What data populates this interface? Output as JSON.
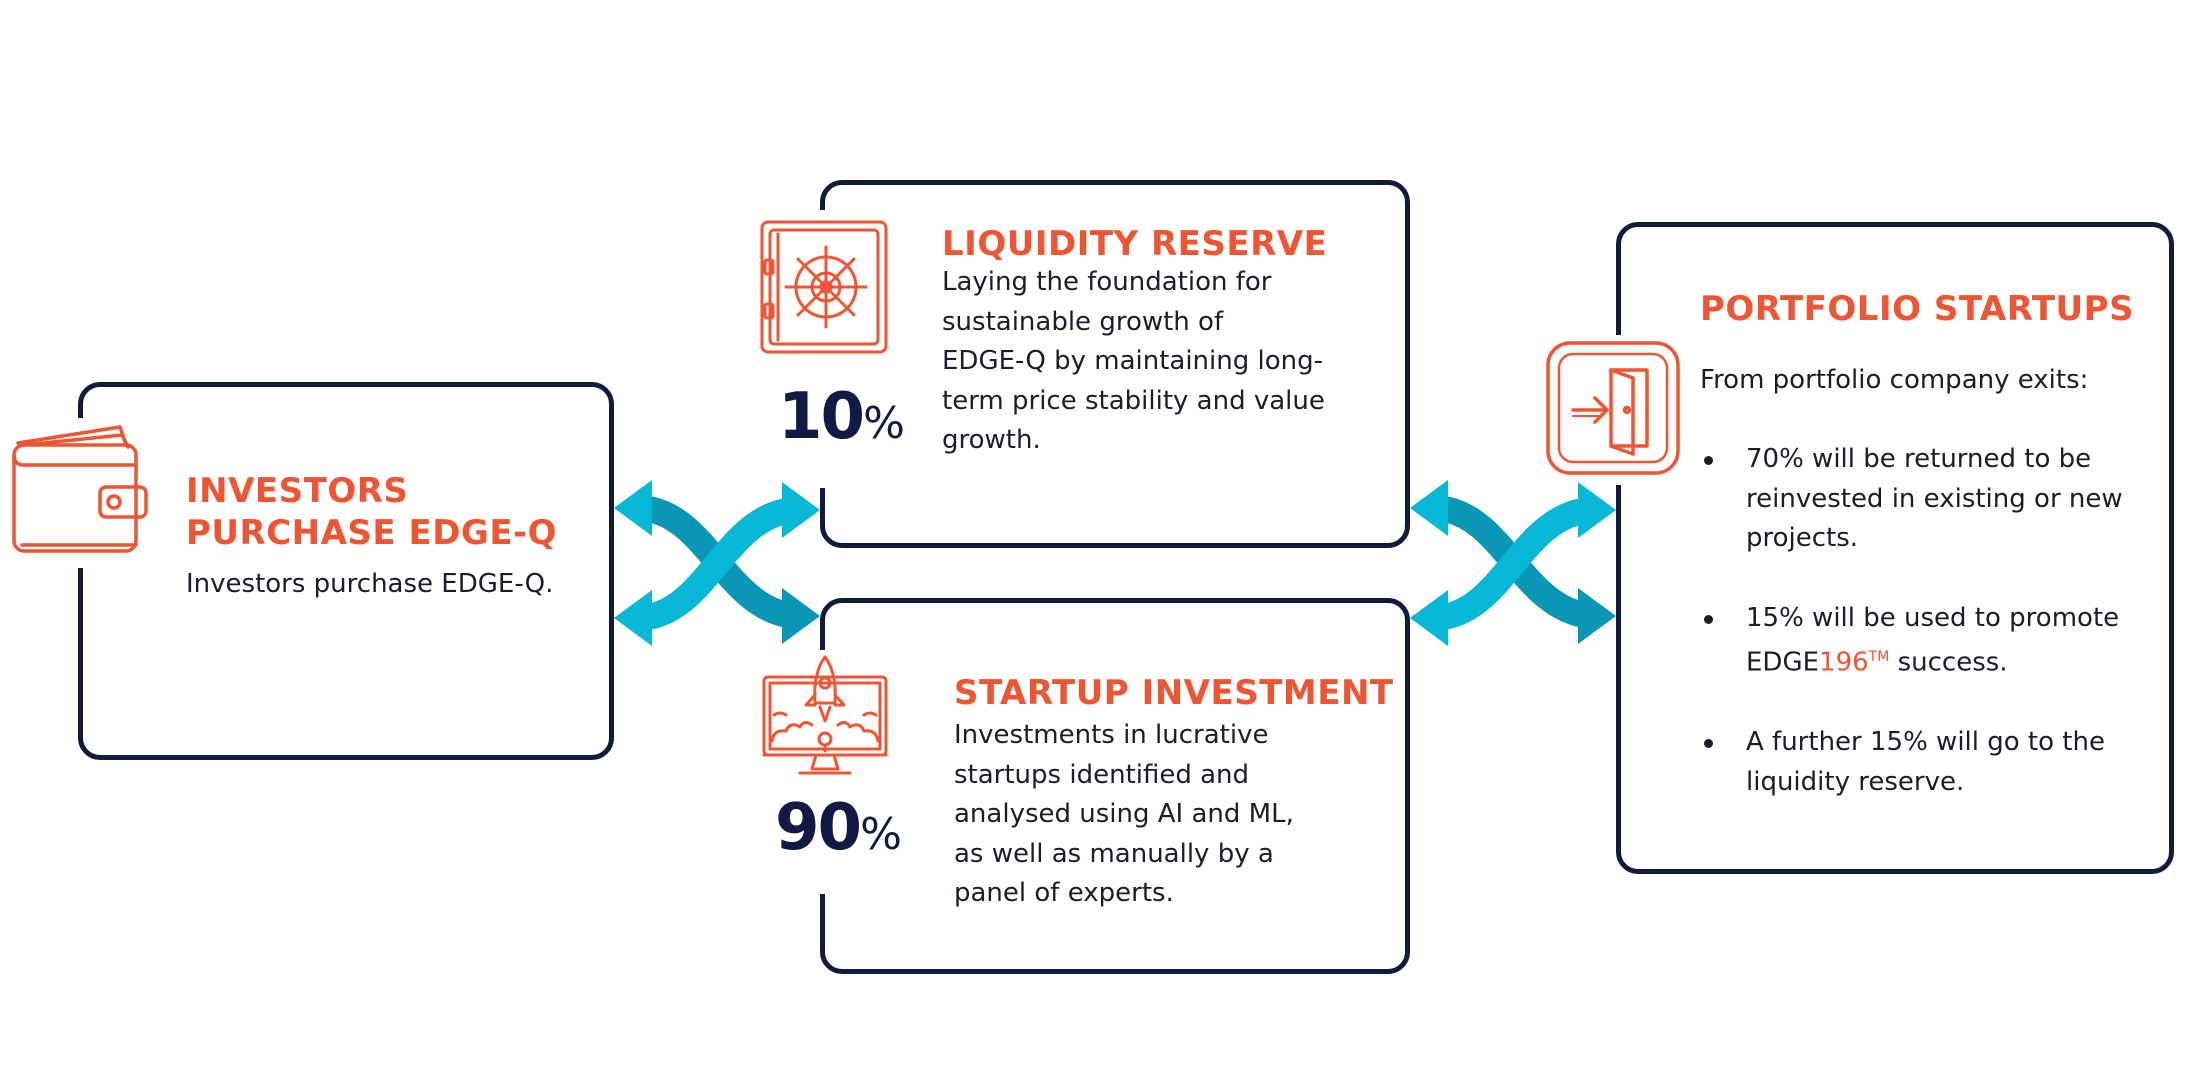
{
  "investors": {
    "title_line1": "INVESTORS",
    "title_line2": "PURCHASE EDGE-Q",
    "body": "Investors purchase EDGE-Q.",
    "icon": "wallet-icon"
  },
  "liquidity": {
    "title": "LIQUIDITY RESERVE",
    "body_lines": [
      "Laying the foundation for",
      "sustainable growth of",
      "EDGE-Q by maintaining long-",
      "term price stability and value",
      "growth."
    ],
    "percent_value": "10",
    "percent_sign": "%",
    "icon": "safe-vault-icon"
  },
  "startup": {
    "title": "STARTUP INVESTMENT",
    "body_lines": [
      "Investments in lucrative",
      "startups identified and",
      "analysed using AI and ML,",
      "as well as manually by a",
      "panel of experts."
    ],
    "percent_value": "90",
    "percent_sign": "%",
    "icon": "rocket-monitor-icon"
  },
  "portfolio": {
    "title": "PORTFOLIO STARTUPS",
    "intro": "From portfolio company exits:",
    "bullets": [
      {
        "lines": [
          "70% will be returned to be",
          "reinvested in existing or new",
          "projects."
        ]
      },
      {
        "line1": "15% will be used to promote",
        "prefix": "EDGE",
        "accent": "196",
        "tm": "TM",
        "suffix": " success."
      },
      {
        "lines": [
          "A further 15% will go to the",
          "liquidity reserve."
        ]
      }
    ],
    "icon": "exit-door-icon"
  },
  "colors": {
    "accent": "#ef5433",
    "navy": "#121a3d",
    "arrow_teal": "#06b8d6",
    "arrow_teal_dark": "#0a97b6"
  },
  "connectors": [
    "crossing-arrows-left",
    "crossing-arrows-right"
  ]
}
